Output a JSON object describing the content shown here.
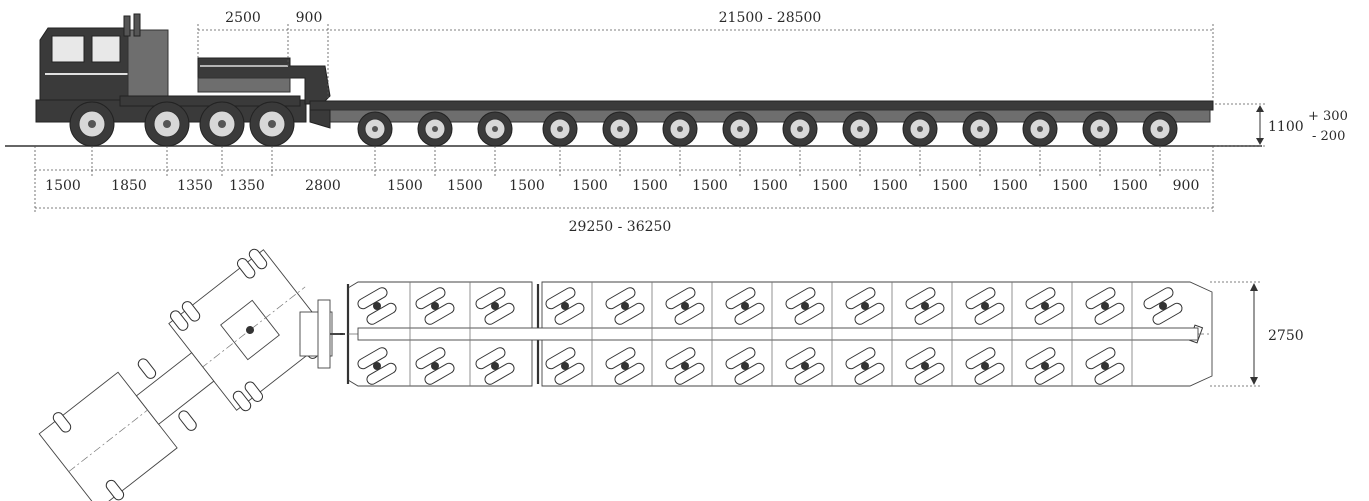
{
  "side_view": {
    "top_dimensions": [
      "2500",
      "900",
      "21500 - 28500"
    ],
    "deck_height": {
      "value": "1100",
      "plus": "+ 300",
      "minus": "- 200"
    },
    "axle_spacing_labels": [
      "1500",
      "1850",
      "1350",
      "1350",
      "2800",
      "1500",
      "1500",
      "1500",
      "1500",
      "1500",
      "1500",
      "1500",
      "1500",
      "1500",
      "1500",
      "1500",
      "1500",
      "1500",
      "900"
    ],
    "overall_length": "29250 - 36250"
  },
  "plan_view": {
    "width_label": "2750"
  },
  "colors": {
    "ink": "#2a2a2a",
    "body_dark": "#3a3a3a",
    "background": "#ffffff"
  }
}
